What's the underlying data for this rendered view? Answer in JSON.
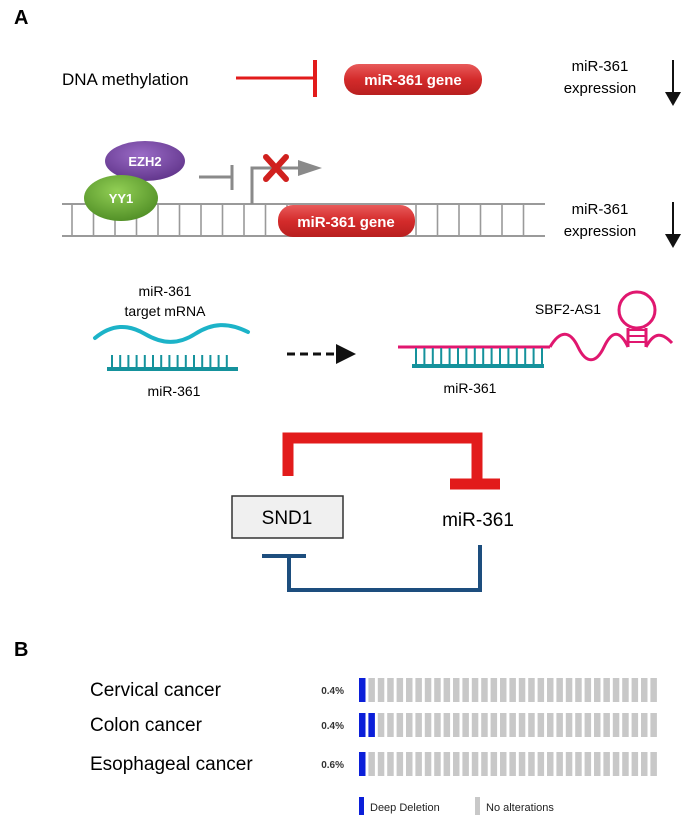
{
  "panel_a": {
    "label": "A",
    "row1": {
      "left_text": "DNA methylation",
      "gene_label": "miR-361 gene",
      "expression_line1": "miR-361",
      "expression_line2": "expression"
    },
    "row2": {
      "protein_1": "EZH2",
      "protein_2": "YY1",
      "gene_label": "miR-361 gene",
      "expression_line1": "miR-361",
      "expression_line2": "expression"
    },
    "row3": {
      "target_line1": "miR-361",
      "target_line2": "target mRNA",
      "left_mirna": "miR-361",
      "sponge_label": "SBF2-AS1",
      "right_mirna": "miR-361"
    },
    "loop": {
      "box_label": "SND1",
      "mirna_label": "miR-361"
    },
    "colors": {
      "red": "#e21b1b",
      "gene_pill": "#d42b2b",
      "ezh2": "#7a4aa6",
      "yy1": "#6fb03a",
      "teal_wave": "#1cb3c8",
      "teal_mirna": "#15929c",
      "magenta": "#e0176f",
      "navy": "#1d4e7e",
      "gray": "#8a8a8a"
    }
  },
  "panel_b": {
    "label": "B",
    "rows": [
      {
        "name": "Cervical cancer",
        "pct": "0.4%",
        "deep_deletion_bars": 1
      },
      {
        "name": "Colon cancer",
        "pct": "0.4%",
        "deep_deletion_bars": 2
      },
      {
        "name": "Esophageal cancer",
        "pct": "0.6%",
        "deep_deletion_bars": 1
      }
    ],
    "legend": {
      "deep_deletion": "Deep Deletion",
      "no_alterations": "No alterations"
    },
    "colors": {
      "deep_deletion": "#0b1fd9",
      "no_alteration": "#c8c8c8"
    }
  }
}
